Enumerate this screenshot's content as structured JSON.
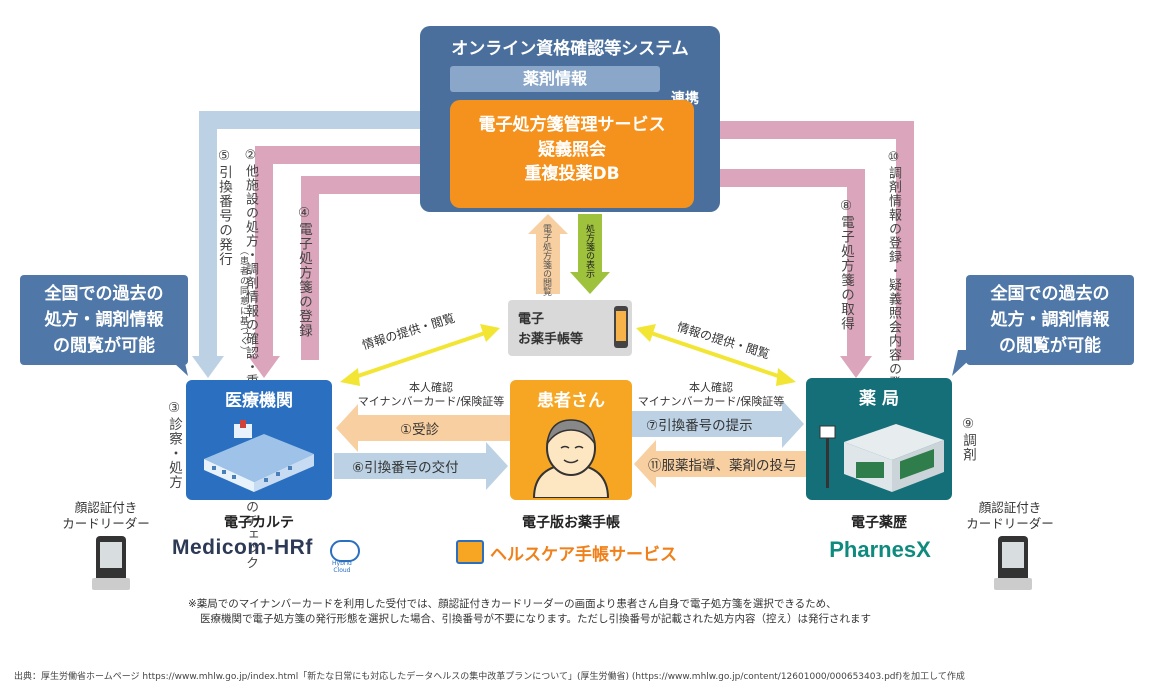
{
  "system": {
    "title": "オンライン資格確認等システム",
    "drug_info": "薬剤情報",
    "link_label": "連携",
    "service_lines": [
      "電子処方箋管理サービス",
      "疑義照会",
      "重複投薬DB"
    ]
  },
  "phone": {
    "label_line1": "電子",
    "label_line2": "お薬手帳等"
  },
  "flows": {
    "prescription_view": "電子処方箋の閲覧",
    "prescription_show": "処方箋の表示",
    "info_left": "情報の提供・閲覧",
    "info_right": "情報の提供・閲覧",
    "f1": "①受診",
    "f2": "②他施設の処方・調剤情報の確認・重複投薬・併用禁忌のチェック",
    "f2_note": "（患者の同意に基づく）",
    "f3": "③診察・処方",
    "f4": "④電子処方箋の登録",
    "f5": "⑤引換番号の発行",
    "f6": "⑥引換番号の交付",
    "f7": "⑦引換番号の提示",
    "f8": "⑧電子処方箋の取得",
    "f9": "⑨調剤",
    "f10": "⑩調剤情報の登録・疑義照会内容の登録",
    "f11": "⑪服薬指導、薬剤の投与",
    "id_check_left": [
      "本人確認",
      "マイナンバーカード/保険証等"
    ],
    "id_check_right": [
      "本人確認",
      "マイナンバーカード/保険証等"
    ]
  },
  "callout_left": [
    "全国での過去の",
    "処方・調剤情報",
    "の閲覧が可能"
  ],
  "callout_right": [
    "全国での過去の",
    "処方・調剤情報",
    "の閲覧が可能"
  ],
  "hospital": {
    "title": "医療機関",
    "caption": "電子カルテ",
    "product": "Medicom-HRf",
    "product_sub": [
      "Hybrid",
      "Cloud"
    ]
  },
  "patient": {
    "title": "患者さん",
    "caption": "電子版お薬手帳",
    "product": "ヘルスケア手帳サービス"
  },
  "pharmacy": {
    "title": "薬 局",
    "caption": "電子薬歴",
    "product": "PharnesX"
  },
  "card_reader_left": [
    "顔認証付き",
    "カードリーダー"
  ],
  "card_reader_right": [
    "顔認証付き",
    "カードリーダー"
  ],
  "footnote": [
    "※薬局でのマイナンバーカードを利用した受付では、顔認証付きカードリーダーの画面より患者さん自身で電子処方箋を選択できるため、",
    "医療機関で電子処方箋の発行形態を選択した場合、引換番号が不要になります。ただし引換番号が記載された処方内容（控え）は発行されます"
  ],
  "source": "出典：厚生労働省ホームページ https://www.mhlw.go.jp/index.html「新たな日常にも対応したデータヘルスの集中改革プランについて」(厚生労働省) (https://www.mhlw.go.jp/content/12601000/000653403.pdf)を加工して作成",
  "colors": {
    "system_bg": "#4a6f9c",
    "service_orange": "#f5921e",
    "hospital_blue": "#2a6fc0",
    "patient_orange": "#f6a623",
    "pharmacy_teal": "#156f78",
    "pink_arrow": "#d9a4b8",
    "light_blue_arrow": "#b8cfe0",
    "peach_arrow": "#f8cfa0",
    "yellow": "#f4e94a",
    "green_arrow": "#9fc23c"
  }
}
